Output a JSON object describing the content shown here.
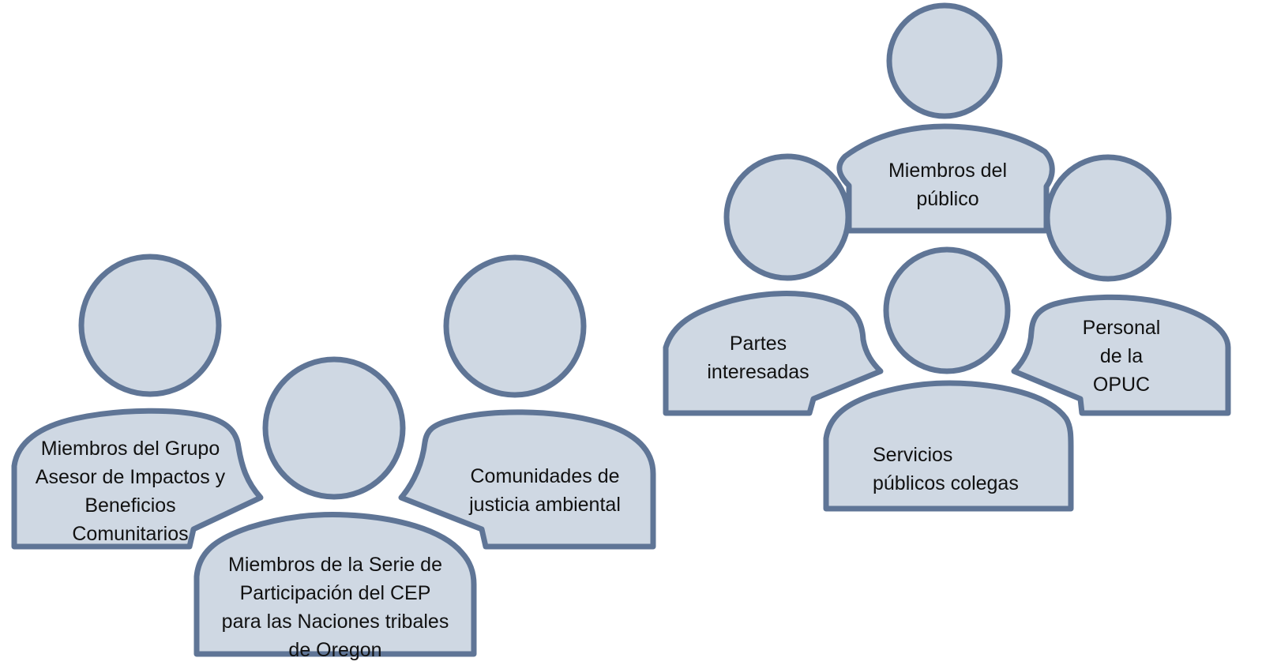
{
  "colors": {
    "figure_fill": "#cfd8e3",
    "figure_stroke": "#5f7596",
    "text": "#111111"
  },
  "groups": {
    "left": {
      "cab_members": [
        "Miembros del Grupo",
        "Asesor de Impactos y",
        "Beneficios",
        "Comunitarios"
      ],
      "environmental_justice": [
        "Comunidades de",
        "justicia ambiental"
      ],
      "tribal_nations": [
        "Miembros de la Serie de",
        "Participación del CEP",
        "para las Naciones tribales",
        "de Oregon"
      ]
    },
    "right": {
      "public_members": [
        "Miembros del",
        "público"
      ],
      "interested_parties": [
        "Partes",
        "interesadas"
      ],
      "opuc_staff": [
        "Personal",
        "de la",
        "OPUC"
      ],
      "peer_utilities": [
        "Servicios",
        "públicos colegas"
      ]
    }
  }
}
